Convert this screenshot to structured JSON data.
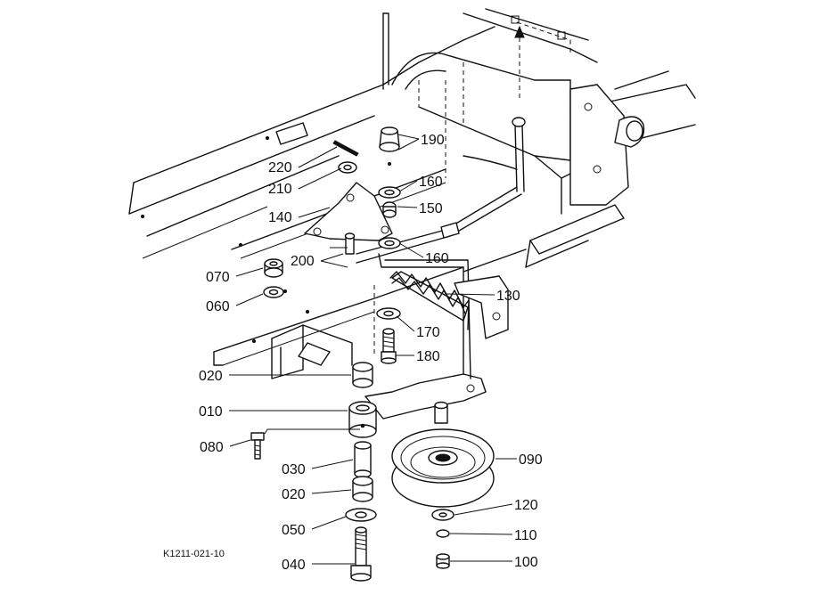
{
  "drawing_ref": "K1211-021-10",
  "parts": [
    {
      "no": "190"
    },
    {
      "no": "220"
    },
    {
      "no": "160"
    },
    {
      "no": "210"
    },
    {
      "no": "150"
    },
    {
      "no": "140"
    },
    {
      "no": "160"
    },
    {
      "no": "200"
    },
    {
      "no": "070"
    },
    {
      "no": "130"
    },
    {
      "no": "060"
    },
    {
      "no": "170"
    },
    {
      "no": "180"
    },
    {
      "no": "020"
    },
    {
      "no": "010"
    },
    {
      "no": "080"
    },
    {
      "no": "090"
    },
    {
      "no": "030"
    },
    {
      "no": "020"
    },
    {
      "no": "120"
    },
    {
      "no": "050"
    },
    {
      "no": "110"
    },
    {
      "no": "040"
    },
    {
      "no": "100"
    }
  ]
}
